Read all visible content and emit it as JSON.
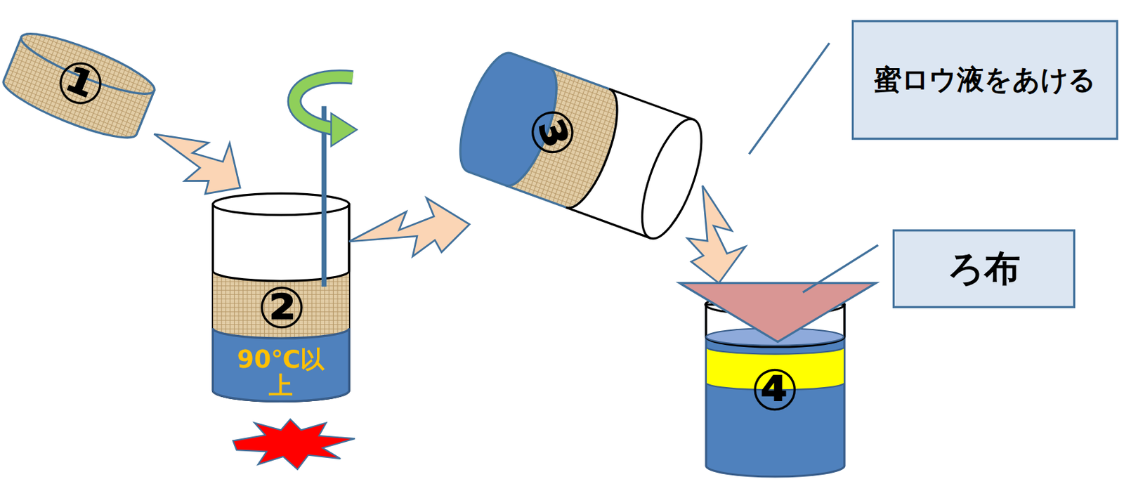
{
  "diagram": {
    "nodes": [
      {
        "text": [
          "①"
        ]
      },
      {
        "text": [
          "②",
          "90℃以上"
        ]
      },
      {
        "text": [
          "③"
        ]
      },
      {
        "text": [
          "④"
        ]
      },
      {
        "text": [
          "蜜ロウ液をあける"
        ]
      },
      {
        "text": [
          "ろ布"
        ]
      }
    ],
    "edges": [
      {
        "from": 0,
        "to": 1,
        "arrow": "to"
      },
      {
        "from": 1,
        "to": 2,
        "arrow": "to"
      },
      {
        "from": 2,
        "to": 3,
        "arrow": "to"
      }
    ]
  }
}
